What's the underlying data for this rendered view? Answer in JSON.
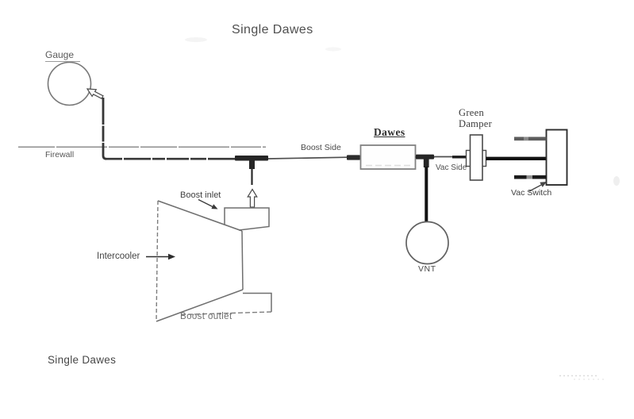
{
  "title": "Single Dawes",
  "footer": "Single Dawes",
  "labels": {
    "gauge": "Gauge",
    "firewall": "Firewall",
    "boost_side": "Boost Side",
    "dawes": "Dawes",
    "green_damper_line1": "Green",
    "green_damper_line2": "Damper",
    "vac_side": "Vac Side",
    "vac_switch": "Vac Switch",
    "boost_inlet": "Boost inlet",
    "intercooler": "Intercooler",
    "boost_outlet": "Boost outlet",
    "vnt": "VNT"
  },
  "colors": {
    "paper": "#ffffff",
    "hose_black": "#1a1a1a",
    "hose_dark": "#2c2c2c",
    "hose_gray": "#4f4f4f",
    "sketch_outline": "#6f6f6f",
    "faint_line": "#8d8d8d",
    "text": "#4d4d4d"
  }
}
